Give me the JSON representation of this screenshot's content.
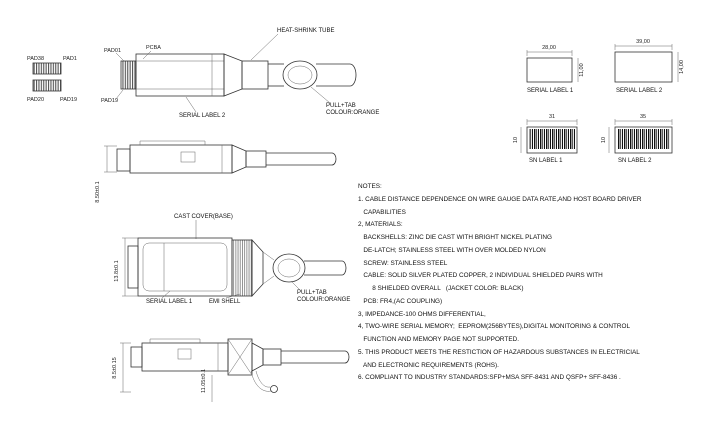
{
  "drawing": {
    "pad_detail": {
      "pad38": "PAD38",
      "pad1": "PAD1",
      "pad20": "PAD20",
      "pad19": "PAD19"
    },
    "view_top": {
      "pad01": "PAD01",
      "pcba": "PCBA",
      "pad19": "PAD19",
      "heat_shrink_tube": "HEAT-SHRINK TUBE",
      "serial_label_2": "SERIAL LABEL 2",
      "pull_tab_line1": "PULL+TAB",
      "pull_tab_line2": "COLOUR:ORANGE"
    },
    "view_side_upper": {
      "height_dim": "8.50±0.1"
    },
    "view_top_lower": {
      "cast_cover": "CAST COVER(BASE)",
      "serial_label_1": "SERIAL LABEL 1",
      "emi_shell": "EMI SHELL",
      "pull_tab_line1": "PULL+TAB",
      "pull_tab_line2": "COLOUR:ORANGE",
      "height_dim": "13.8±0.1"
    },
    "view_side_lower": {
      "height_dim1": "8.5±0.15",
      "height_dim2": "11.05±0.1"
    },
    "labels": {
      "serial1": {
        "name": "SERIAL LABEL 1",
        "width": "28,00",
        "height": "11,00"
      },
      "serial2": {
        "name": "SERIAL LABEL 2",
        "width": "39,00",
        "height": "14,00"
      },
      "sn1": {
        "name": "SN LABEL 1",
        "width": "31",
        "height": "10"
      },
      "sn2": {
        "name": "SN LABEL 2",
        "width": "35",
        "height": "10"
      }
    }
  },
  "notes": {
    "lines": [
      "NOTES:",
      "1. CABLE DISTANCE DEPENDENCE ON WIRE GAUGE DATA RATE,AND HOST BOARD DRIVER",
      "   CAPABILITIES",
      "2, MATERIALS:",
      "   BACKSHELLS: ZINC DIE CAST WITH BRIGHT NICKEL PLATING",
      "   DE-LATCH; STAINLESS STEEL WITH OVER MOLDED NYLON",
      "   SCREW: STAINLESS STEEL",
      "   CABLE: SOLID SILVER PLATED COPPER, 2 INDIVIDUAL SHIELDED PAIRS WITH",
      "        8 SHIELDED OVERALL   (JACKET COLOR: BLACK)",
      "   PCB: FR4,(AC COUPLING)",
      "3, IMPEDANCE-100 OHMS DIFFERENTIAL,",
      "4, TWO-WIRE SERIAL MEMORY;  EEPROM(256BYTES),DIGITAL MONITORING & CONTROL",
      "   FUNCTION AND MEMORY PAGE NOT SUPPORTED.",
      "5. THIS PRODUCT MEETS THE RESTICTION OF HAZARDOUS SUBSTANCES IN ELECTRICIAL",
      "   AND ELECTRONIC REQUIREMENTS (ROHS).",
      "6. COMPLIANT TO INDUSTRY STANDARDS:SFP+MSA SFF-8431 AND QSFP+ SFF-8436 ."
    ]
  }
}
